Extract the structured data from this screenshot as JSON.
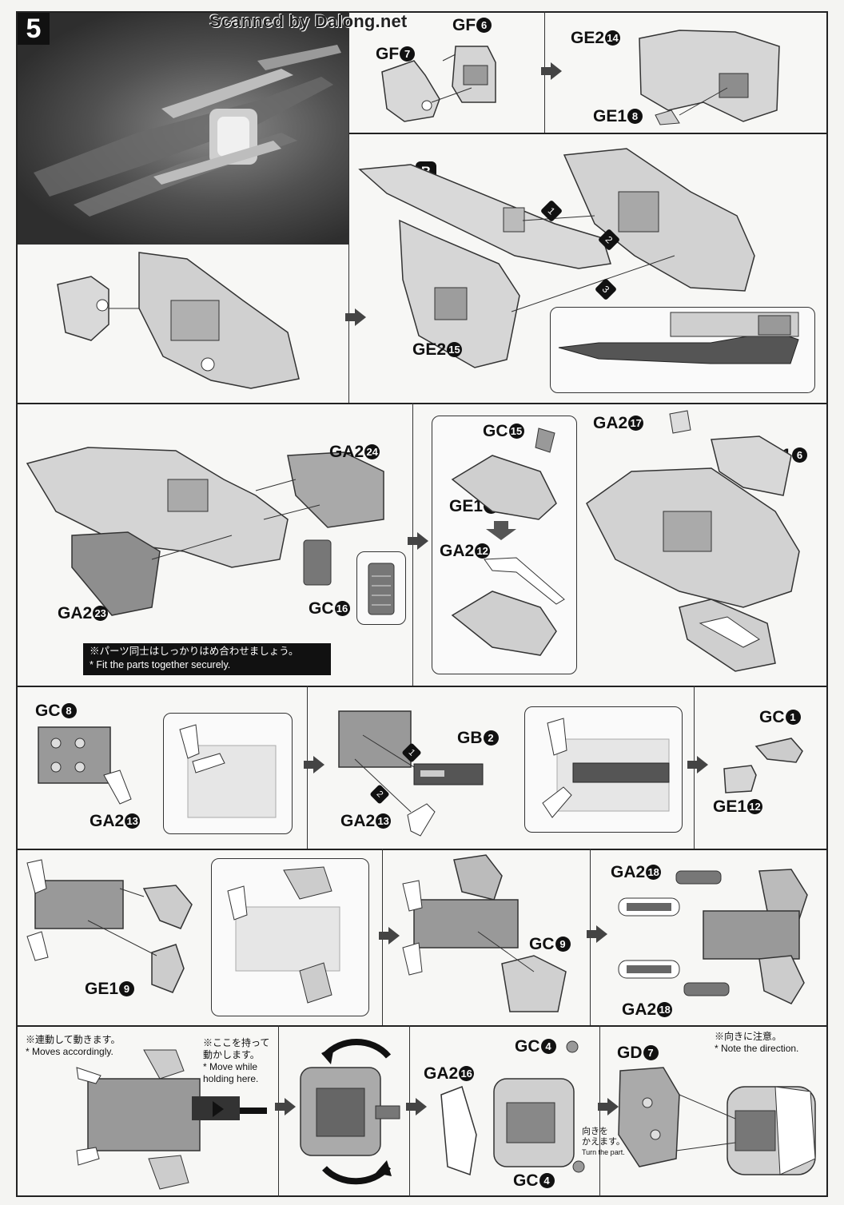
{
  "header": {
    "step_number": "5",
    "scan_credit": "Scanned by Dalong.net"
  },
  "row1": {
    "gf6": {
      "code": "GF",
      "num": "6"
    },
    "gf7": {
      "code": "GF",
      "num": "7"
    },
    "ge2_14": {
      "code": "GE2",
      "num": "14"
    },
    "ge1_8": {
      "code": "GE1",
      "num": "8"
    }
  },
  "row2": {
    "marker_b": "B",
    "step1": "1",
    "step2": "2",
    "step3": "3",
    "ge2_15": {
      "code": "GE2",
      "num": "15"
    }
  },
  "row3": {
    "ga2_24": {
      "code": "GA2",
      "num": "24"
    },
    "ga2_23": {
      "code": "GA2",
      "num": "23"
    },
    "gc16": {
      "code": "GC",
      "num": "16"
    },
    "note_jp": "※パーツ同士はしっかりはめ合わせましょう。",
    "note_en": "* Fit the parts together securely.",
    "gc15": {
      "code": "GC",
      "num": "15"
    },
    "ge1_7": {
      "code": "GE1",
      "num": "7"
    },
    "ga2_12": {
      "code": "GA2",
      "num": "12"
    },
    "ga2_17": {
      "code": "GA2",
      "num": "17"
    },
    "ge1_6": {
      "code": "GE1",
      "num": "6"
    }
  },
  "row4": {
    "gc8": {
      "code": "GC",
      "num": "8"
    },
    "ga2_13a": {
      "code": "GA2",
      "num": "13"
    },
    "gb2": {
      "code": "GB",
      "num": "2"
    },
    "ga2_13b": {
      "code": "GA2",
      "num": "13"
    },
    "step1": "1",
    "step2": "2",
    "gc1": {
      "code": "GC",
      "num": "1"
    },
    "ge1_12": {
      "code": "GE1",
      "num": "12"
    }
  },
  "row5": {
    "ge1_9": {
      "code": "GE1",
      "num": "9"
    },
    "gc9": {
      "code": "GC",
      "num": "9"
    },
    "ga2_18a": {
      "code": "GA2",
      "num": "18"
    },
    "ga2_18b": {
      "code": "GA2",
      "num": "18"
    }
  },
  "row6": {
    "note_linked_jp": "※連動して動きます。",
    "note_linked_en": "* Moves accordingly.",
    "note_hold_jp1": "※ここを持って",
    "note_hold_jp2": "動かします。",
    "note_hold_en1": "* Move while",
    "note_hold_en2": "holding here.",
    "ga2_16": {
      "code": "GA2",
      "num": "16"
    },
    "gc4a": {
      "code": "GC",
      "num": "4"
    },
    "gc4b": {
      "code": "GC",
      "num": "4"
    },
    "turn_jp1": "向きを",
    "turn_jp2": "かえます。",
    "turn_en": "Turn the part.",
    "gd7": {
      "code": "GD",
      "num": "7"
    },
    "note_dir_jp": "※向きに注意。",
    "note_dir_en": "* Note the direction."
  }
}
